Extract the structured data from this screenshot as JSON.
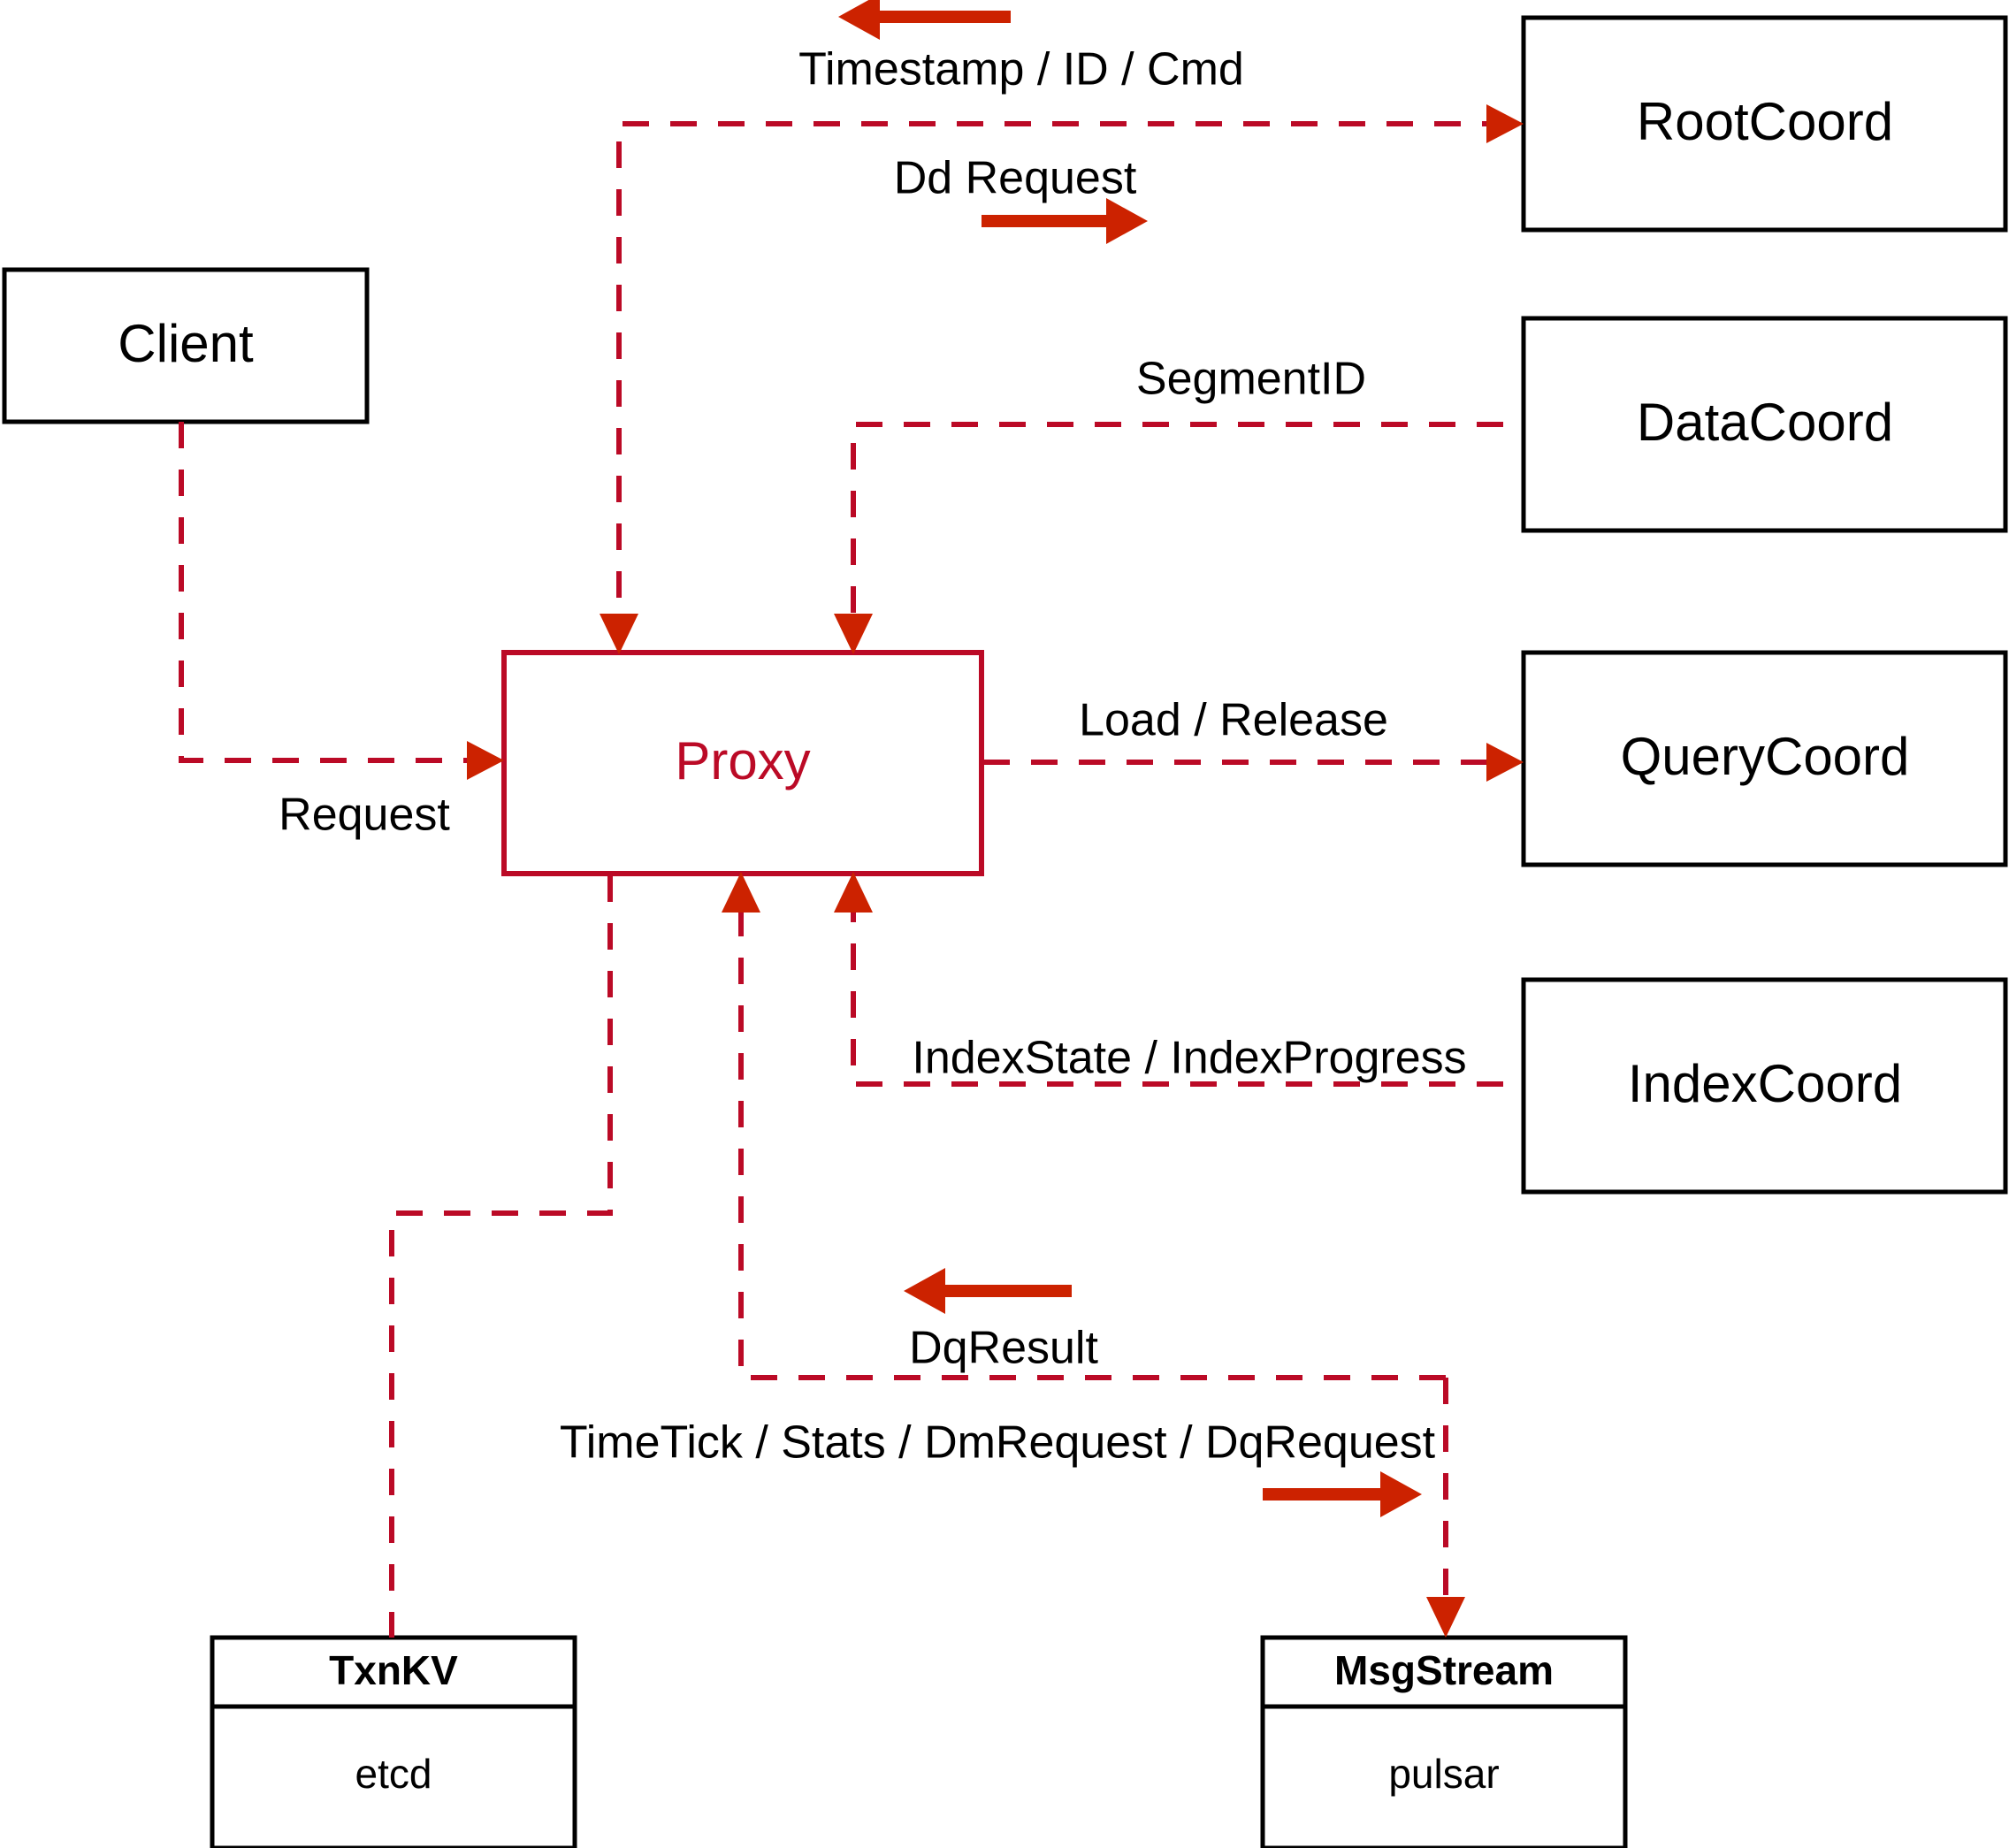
{
  "diagram": {
    "title": "Milvus Proxy interaction diagram",
    "colors": {
      "flow": "#bb0a26",
      "direction_arrow": "#cc2200",
      "node_stroke": "#000000",
      "proxy_stroke": "#bb0a26",
      "background": "#ffffff"
    },
    "nodes": [
      {
        "id": "client",
        "label": "Client"
      },
      {
        "id": "proxy",
        "label": "Proxy"
      },
      {
        "id": "rootcoord",
        "label": "RootCoord"
      },
      {
        "id": "datacoord",
        "label": "DataCoord"
      },
      {
        "id": "querycoord",
        "label": "QueryCoord"
      },
      {
        "id": "indexcoord",
        "label": "IndexCoord"
      }
    ],
    "stereotype_nodes": [
      {
        "id": "txnkv",
        "title": "TxnKV",
        "impl": "etcd"
      },
      {
        "id": "msgstream",
        "title": "MsgStream",
        "impl": "pulsar"
      }
    ],
    "edge_labels": [
      {
        "id": "timestamp-id-cmd",
        "text": "Timestamp / ID / Cmd"
      },
      {
        "id": "dd-request",
        "text": "Dd Request"
      },
      {
        "id": "segmentid",
        "text": "SegmentID"
      },
      {
        "id": "load-release",
        "text": "Load / Release"
      },
      {
        "id": "indexstate",
        "text": "IndexState / IndexProgress"
      },
      {
        "id": "request",
        "text": "Request"
      },
      {
        "id": "dqresult",
        "text": "DqResult"
      },
      {
        "id": "timetick",
        "text": "TimeTick / Stats / DmRequest / DqRequest"
      }
    ]
  }
}
